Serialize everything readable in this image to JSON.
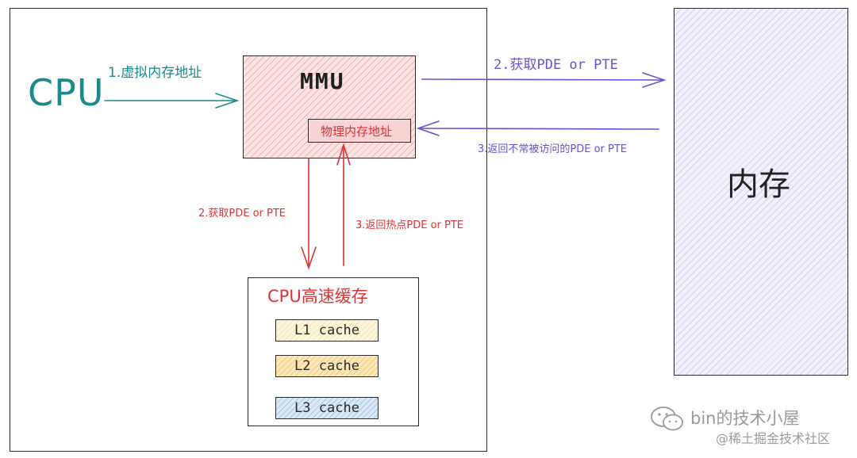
{
  "cpu": {
    "label": "CPU"
  },
  "mmu": {
    "title": "MMU",
    "physical_address": "物理内存地址"
  },
  "memory": {
    "label": "内存"
  },
  "cache": {
    "title": "CPU高速缓存",
    "levels": [
      "L1 cache",
      "L2 cache",
      "L3 cache"
    ]
  },
  "arrows": {
    "virtual_address": "1.虚拟内存地址",
    "get_from_memory": "2.获取PDE or PTE",
    "return_from_memory": "3.返回不常被访问的PDE or PTE",
    "get_from_cache": "2.获取PDE or PTE",
    "return_from_cache": "3.返回热点PDE or PTE"
  },
  "watermark": {
    "line1": "bin的技术小屋",
    "line2": "@稀土掘金技术社区"
  },
  "colors": {
    "teal": "#1a8a8c",
    "red": "#d83434",
    "purple": "#6b4fd0",
    "mmu_fill": "#fbe3e3",
    "memory_fill": "#f2f0fa",
    "l1_fill": "#fdf6dc",
    "l2_fill": "#fbe7b8",
    "l3_fill": "#dbe9f6"
  },
  "icons": {
    "watermark": "wechat-icon"
  }
}
